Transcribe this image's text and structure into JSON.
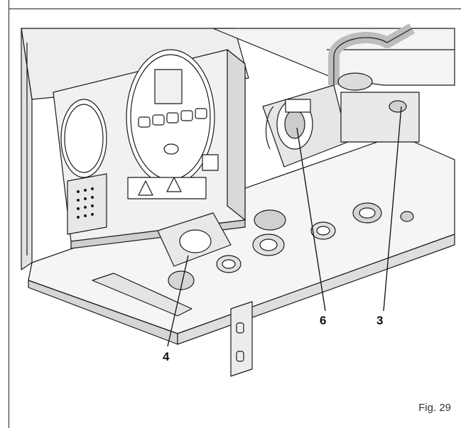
{
  "figure": {
    "caption": "Fig. 29",
    "callouts": [
      {
        "id": "callout-4",
        "label": "4"
      },
      {
        "id": "callout-6",
        "label": "6"
      },
      {
        "id": "callout-3",
        "label": "3"
      }
    ]
  },
  "colors": {
    "line": "#1a1a1a",
    "panel_fill": "#f2f2f2",
    "shade": "#d9d9d9",
    "dark_shade": "#9a9a9a"
  }
}
